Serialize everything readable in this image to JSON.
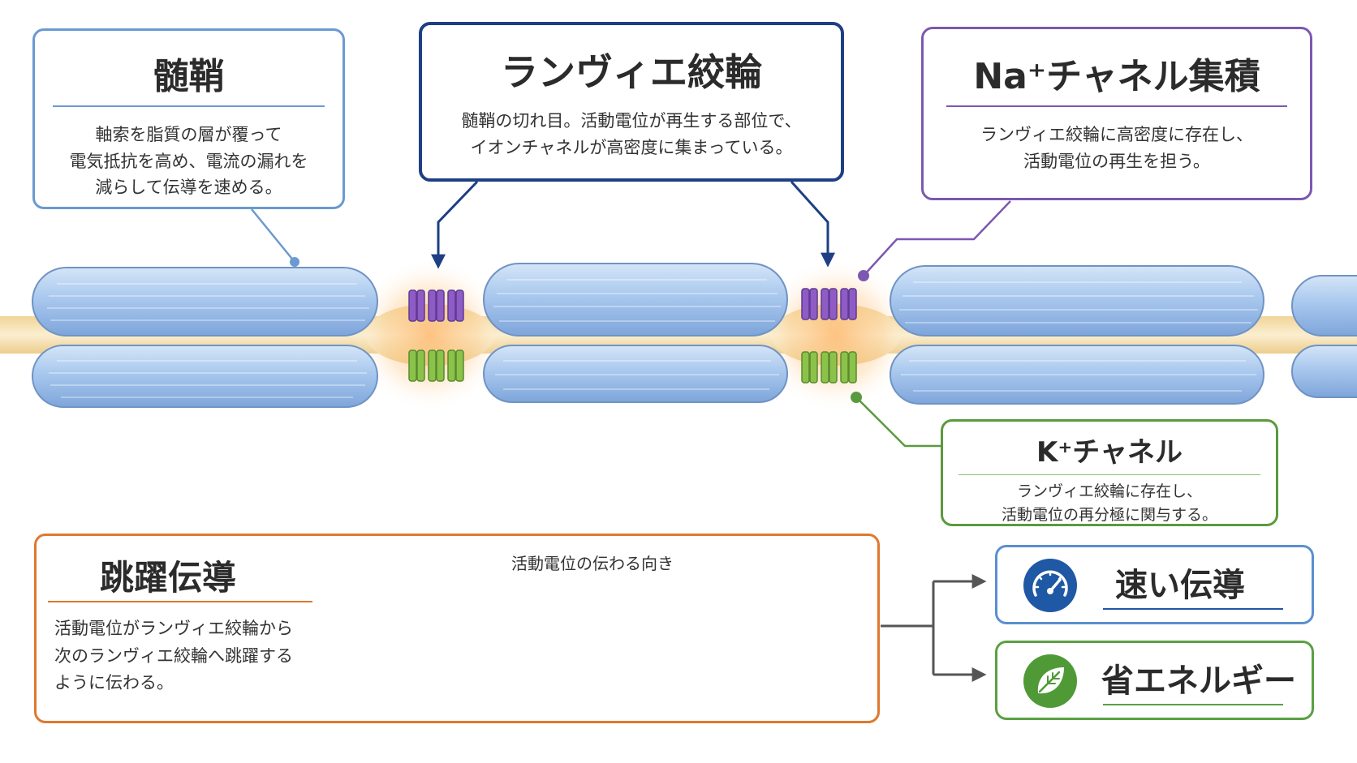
{
  "myelin": {
    "title": "髄鞘",
    "desc_lines": [
      "軸索を脂質の層が覆って",
      "電気抵抗を高め、電流の漏れを",
      "減らして伝導を速める。"
    ]
  },
  "node": {
    "title": "ランヴィエ絞輪",
    "desc_lines": [
      "髄鞘の切れ目。活動電位が再生する部位で、",
      "イオンチャネルが高密度に集まっている。"
    ]
  },
  "na_channel": {
    "title": "Na⁺チャネル集積",
    "desc_lines": [
      "ランヴィエ絞輪に高密度に存在し、",
      "活動電位の再生を担う。"
    ]
  },
  "k_channel": {
    "title": "K⁺チャネル",
    "desc_lines": [
      "ランヴィエ絞輪に存在し、",
      "活動電位の再分極に関与する。"
    ]
  },
  "saltatory": {
    "title": "跳躍伝導",
    "desc_lines": [
      "活動電位がランヴィエ絞輪から",
      "次のランヴィエ絞輪へ跳躍する",
      "ように伝わる。"
    ],
    "direction_label": "活動電位の伝わる向き"
  },
  "results": {
    "fast": {
      "label": "速い伝導",
      "icon": "speedometer-icon"
    },
    "eco": {
      "label": "省エネルギー",
      "icon": "leaf-icon"
    }
  },
  "colors": {
    "myelin": "#a9c8ee",
    "axon": "#f4deaa",
    "na": "#8e5cc4",
    "k": "#7cb342",
    "orange": "#e0782e"
  }
}
